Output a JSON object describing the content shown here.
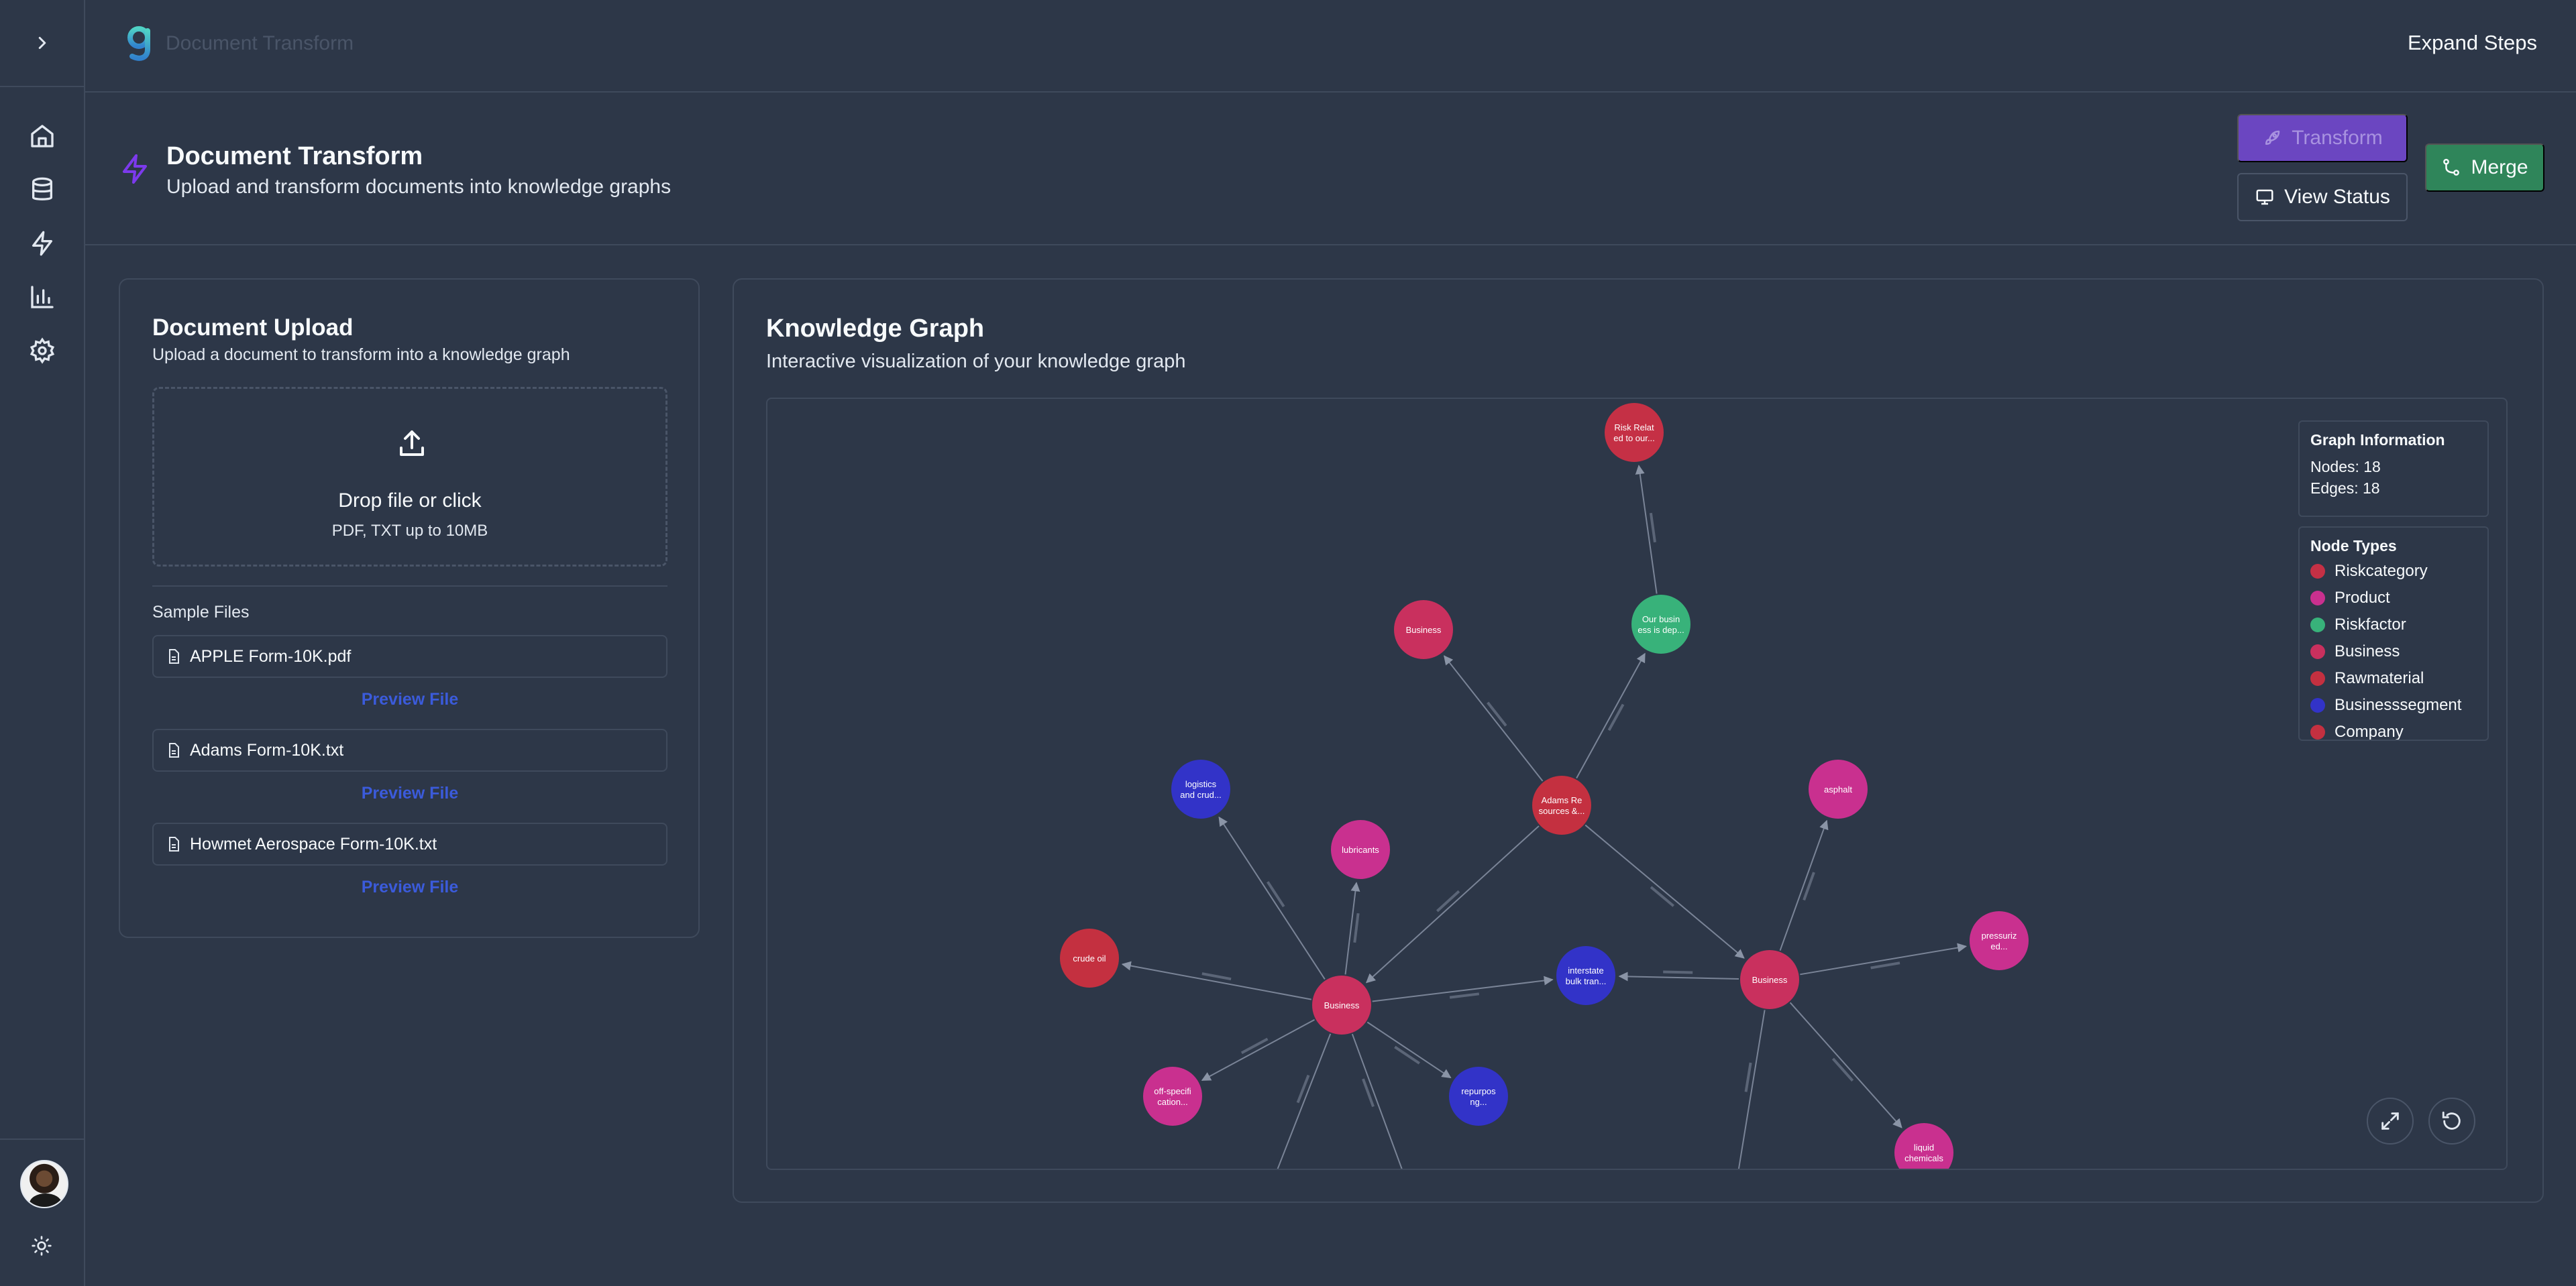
{
  "app": {
    "title": "Document Transform",
    "expand_steps": "Expand Steps"
  },
  "sidebar": {
    "items": [
      "home-icon",
      "database-icon",
      "bolt-icon",
      "bar-chart-icon",
      "gear-icon"
    ]
  },
  "header": {
    "title": "Document Transform",
    "subtitle": "Upload and transform documents into knowledge graphs",
    "transform_label": "Transform",
    "view_status_label": "View Status",
    "merge_label": "Merge"
  },
  "upload": {
    "title": "Document Upload",
    "subtitle": "Upload a document to transform into a knowledge graph",
    "drop_main": "Drop file or click",
    "drop_sub": "PDF, TXT up to 10MB",
    "samples_label": "Sample Files",
    "preview_label": "Preview File",
    "files": [
      {
        "name": "APPLE Form-10K.pdf"
      },
      {
        "name": "Adams Form-10K.txt"
      },
      {
        "name": "Howmet Aerospace Form-10K.txt"
      }
    ]
  },
  "graph": {
    "title": "Knowledge Graph",
    "subtitle": "Interactive visualization of your knowledge graph",
    "info_title": "Graph Information",
    "nodes_line": "Nodes: 18",
    "edges_line": "Edges: 18",
    "types_title": "Node Types",
    "node_types": [
      {
        "label": "Riskcategory",
        "color": "#c53045"
      },
      {
        "label": "Product",
        "color": "#c9308f"
      },
      {
        "label": "Riskfactor",
        "color": "#38b27a"
      },
      {
        "label": "Business",
        "color": "#c9305e"
      },
      {
        "label": "Rawmaterial",
        "color": "#c43040"
      },
      {
        "label": "Businesssegment",
        "color": "#3233c8"
      },
      {
        "label": "Company",
        "color": "#c43040"
      }
    ],
    "nodes": [
      {
        "id": "risk",
        "l1": "Risk Relat",
        "l2": "ed to our...",
        "color": "#c53045"
      },
      {
        "id": "biz_top",
        "l1": "Business",
        "l2": "",
        "color": "#c9305e"
      },
      {
        "id": "riskf",
        "l1": "Our busin",
        "l2": "ess is dep...",
        "color": "#38b27a"
      },
      {
        "id": "adams",
        "l1": "Adams Re",
        "l2": "sources &...",
        "color": "#c43040"
      },
      {
        "id": "logistics",
        "l1": "logistics",
        "l2": "and crud...",
        "color": "#3233c8"
      },
      {
        "id": "lubricants",
        "l1": "lubricants",
        "l2": "",
        "color": "#c9308f"
      },
      {
        "id": "asphalt",
        "l1": "asphalt",
        "l2": "",
        "color": "#c9308f"
      },
      {
        "id": "crude",
        "l1": "crude oil",
        "l2": "",
        "color": "#c43040"
      },
      {
        "id": "biz_left",
        "l1": "Business",
        "l2": "",
        "color": "#c9305e"
      },
      {
        "id": "interstate",
        "l1": "interstate",
        "l2": "bulk tran...",
        "color": "#3233c8"
      },
      {
        "id": "biz_right",
        "l1": "Business",
        "l2": "",
        "color": "#c9305e"
      },
      {
        "id": "pressur",
        "l1": "pressuriz",
        "l2": "ed...",
        "color": "#c9308f"
      },
      {
        "id": "offspec",
        "l1": "off-specifi",
        "l2": "cation...",
        "color": "#c9308f"
      },
      {
        "id": "repurp",
        "l1": "repurpos",
        "l2": "ng...",
        "color": "#3233c8"
      },
      {
        "id": "liquid",
        "l1": "liquid",
        "l2": "chemicals",
        "color": "#c9308f"
      }
    ]
  }
}
